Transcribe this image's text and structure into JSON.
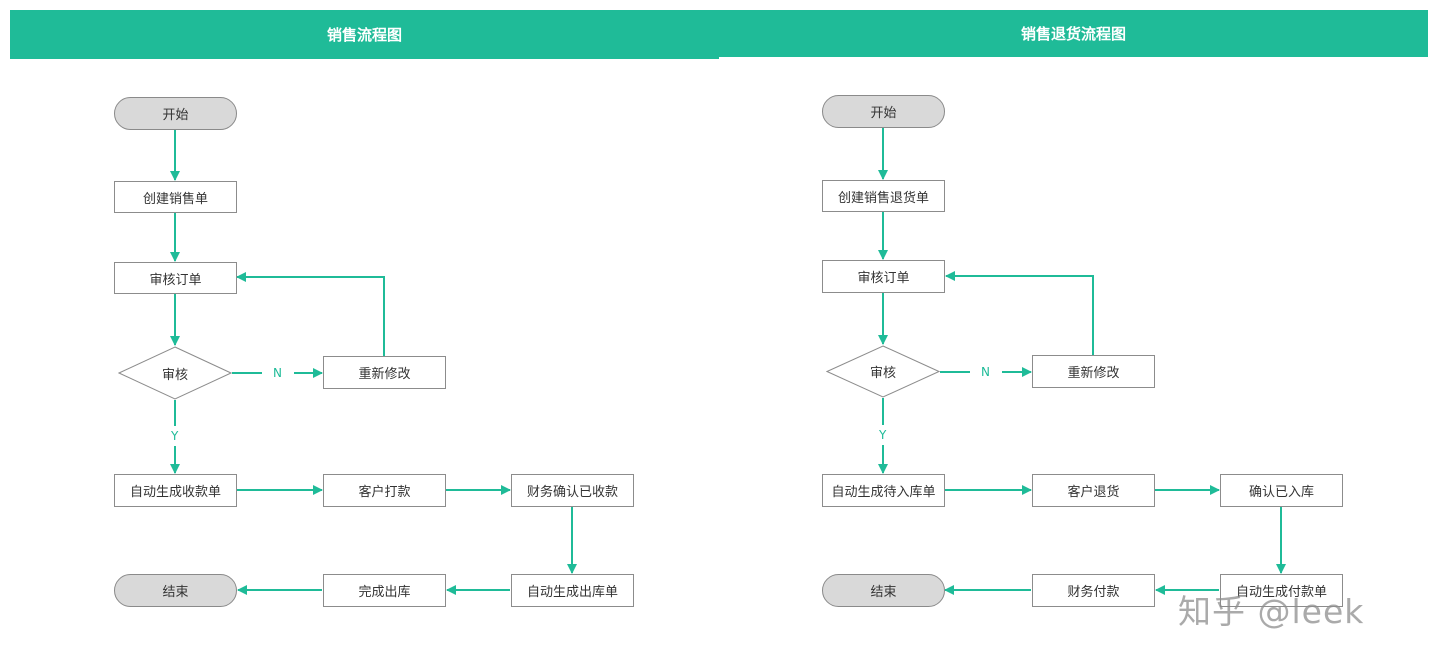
{
  "theme": {
    "accent": "#1fbb98",
    "terminal_fill": "#d9d9d9",
    "border": "#8c8c8c"
  },
  "left": {
    "title": "销售流程图",
    "start": "开始",
    "create": "创建销售单",
    "review": "审核订单",
    "decision": "审核",
    "revise": "重新修改",
    "no_label": "N",
    "yes_label": "Y",
    "auto_receipt": "自动生成收款单",
    "customer_action": "客户打款",
    "finance_confirm": "财务确认已收款",
    "auto_outbound": "自动生成出库单",
    "finish_step": "完成出库",
    "end": "结束"
  },
  "right": {
    "title": "销售退货流程图",
    "start": "开始",
    "create": "创建销售退货单",
    "review": "审核订单",
    "decision": "审核",
    "revise": "重新修改",
    "no_label": "N",
    "yes_label": "Y",
    "auto_inbound": "自动生成待入库单",
    "customer_action": "客户退货",
    "confirm_inbound": "确认已入库",
    "auto_payment": "自动生成付款单",
    "finance_pay": "财务付款",
    "end": "结束"
  },
  "watermark": "知乎 @leek"
}
